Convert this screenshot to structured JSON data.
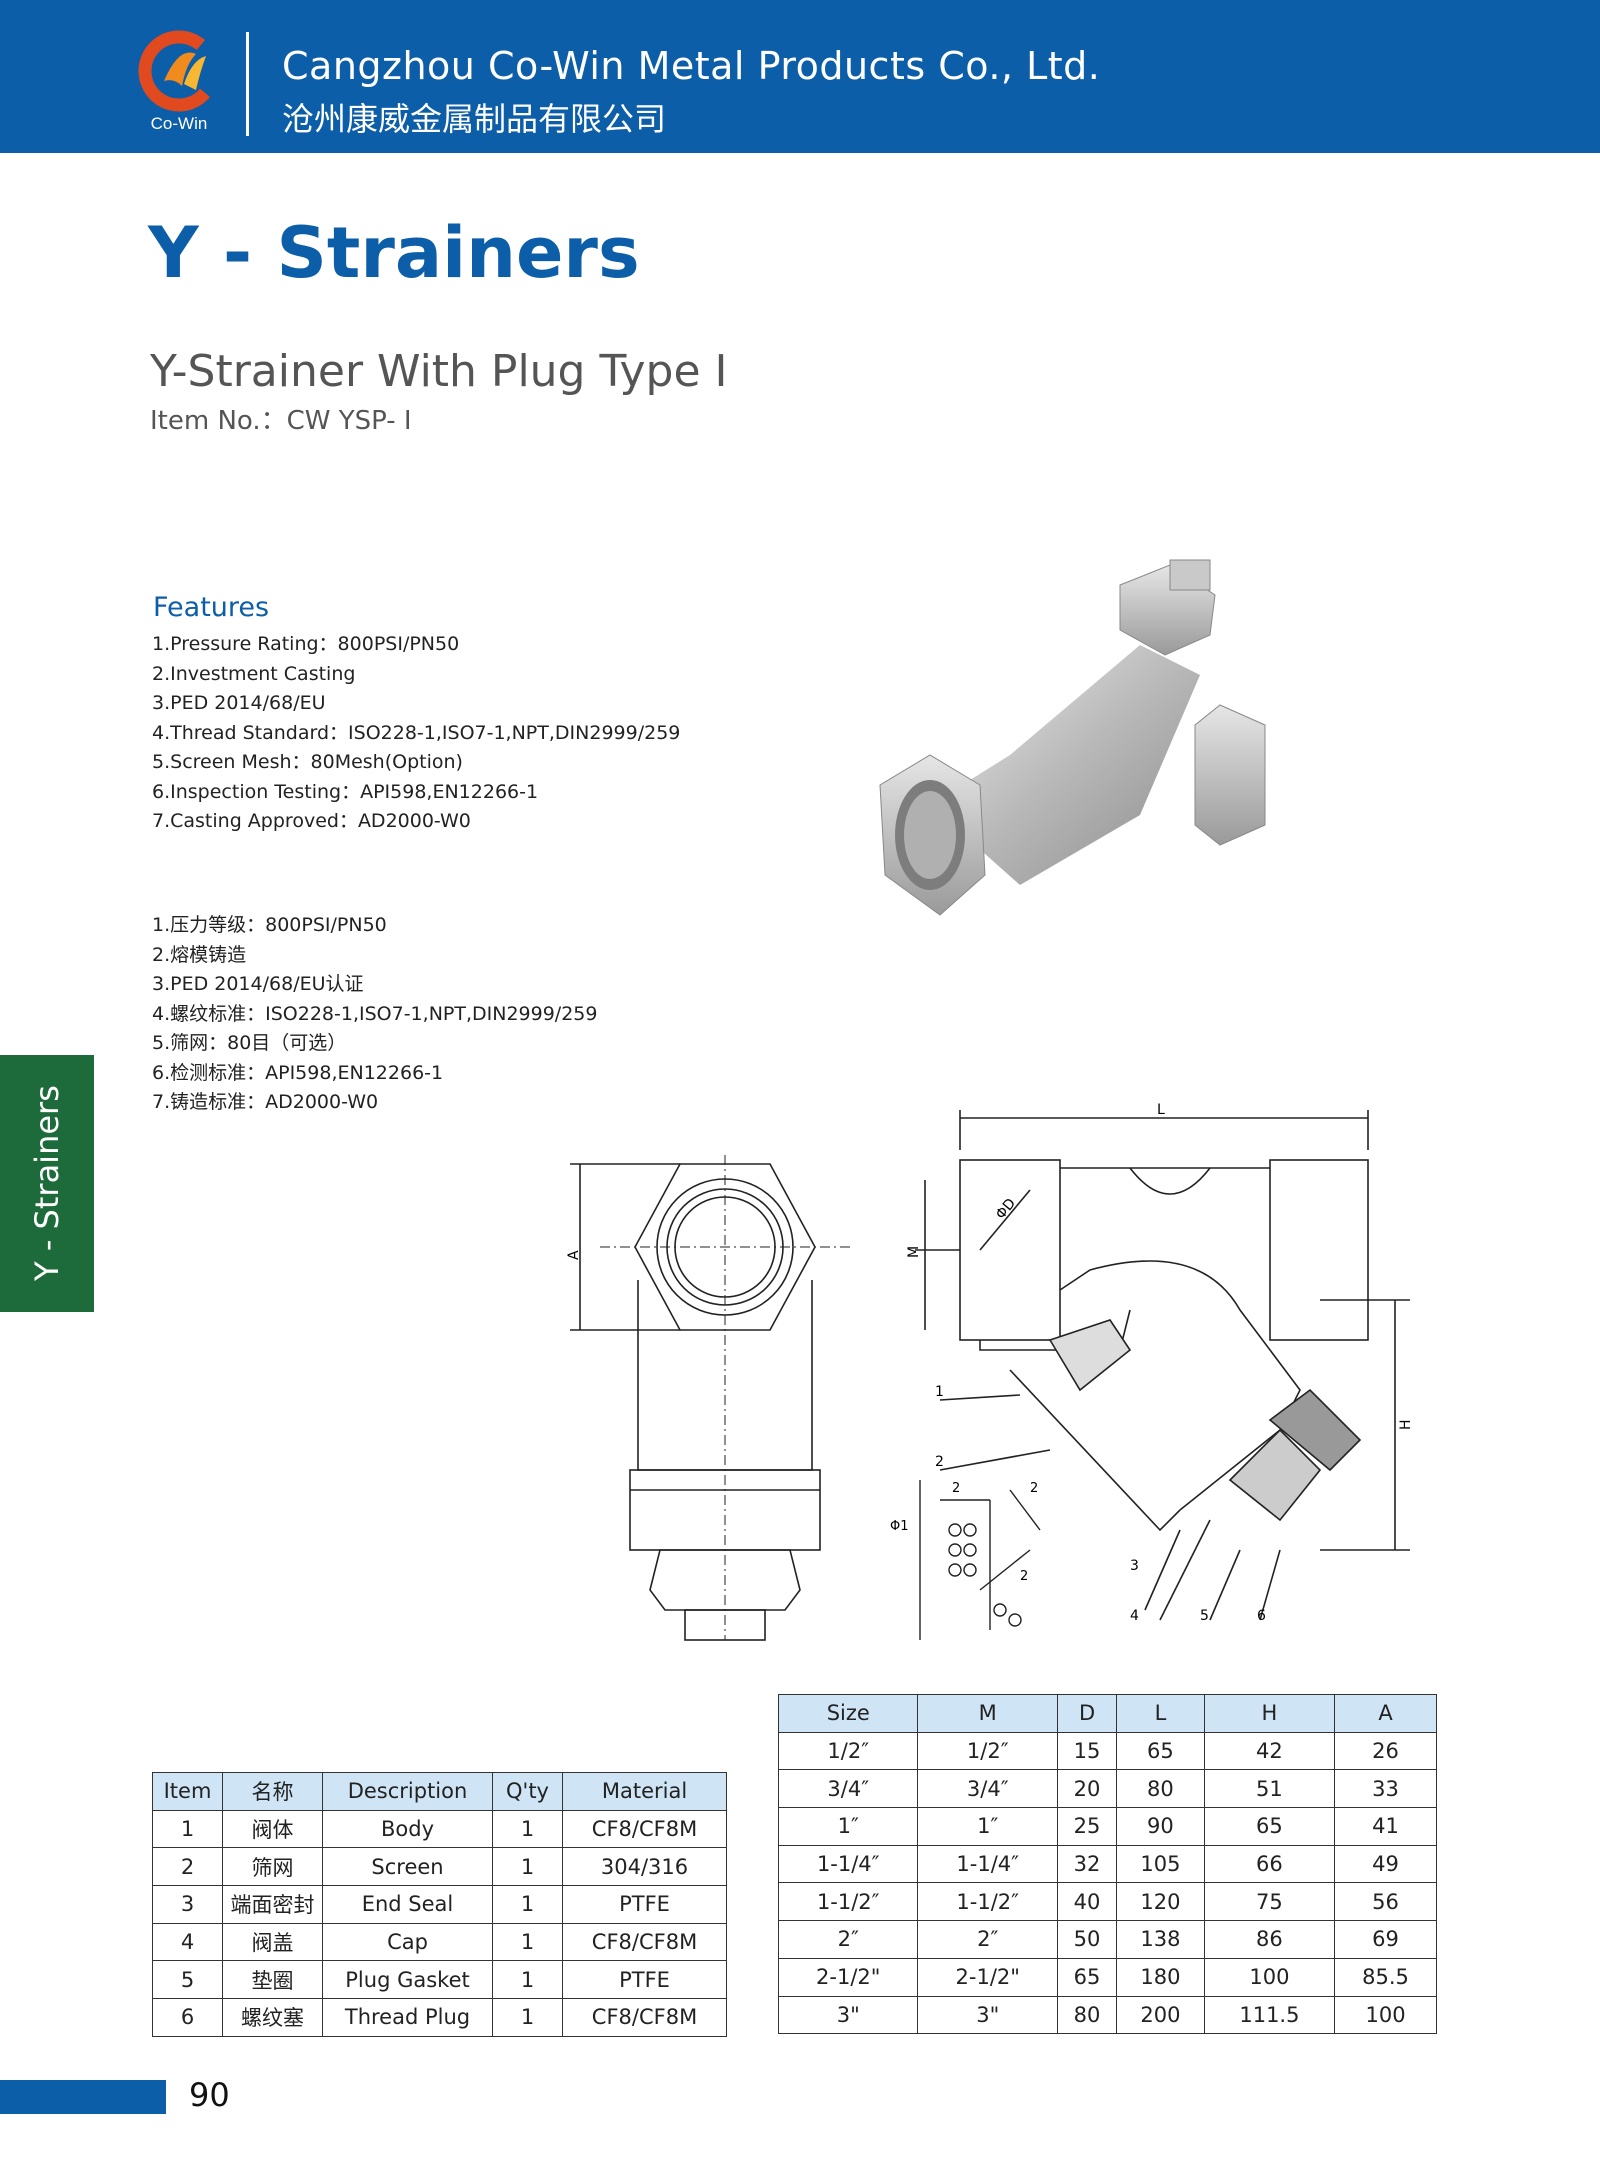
{
  "header": {
    "logo_text": "Co-Win",
    "company_en": "Cangzhou Co-Win Metal Products Co., Ltd.",
    "company_cn": "沧州康威金属制品有限公司",
    "colors": {
      "band": "#0d5ea8",
      "logo_red": "#e04a1e",
      "logo_orange": "#f28b1e"
    }
  },
  "page_title": "Y - Strainers",
  "product": {
    "title": "Y-Strainer With Plug Type Ⅰ",
    "item_no": "Item No.：CW YSP- Ⅰ"
  },
  "features": {
    "heading": "Features",
    "en": [
      "1.Pressure Rating：800PSI/PN50",
      "2.Investment Casting",
      "3.PED 2014/68/EU",
      "4.Thread Standard：ISO228-1,ISO7-1,NPT,DIN2999/259",
      "5.Screen Mesh：80Mesh(Option)",
      "6.Inspection Testing：API598,EN12266-1",
      "7.Casting Approved：AD2000-W0"
    ],
    "cn": [
      "1.压力等级：800PSI/PN50",
      "2.熔模铸造",
      "3.PED 2014/68/EU认证",
      "4.螺纹标准：ISO228-1,ISO7-1,NPT,DIN2999/259",
      "5.筛网：80目（可选）",
      "6.检测标准：API598,EN12266-1",
      "7.铸造标准：AD2000-W0"
    ]
  },
  "side_tab": {
    "label": "Y - Strainers",
    "color": "#1d6b3a"
  },
  "drawing_labels": {
    "front_A": "A",
    "side_L": "L",
    "side_M": "M",
    "side_D": "ΦD",
    "side_H": "H",
    "callouts": [
      "1",
      "2",
      "3",
      "4",
      "5",
      "6"
    ],
    "detail_2a": "2",
    "detail_2b": "2",
    "detail_2c": "2",
    "detail_phi": "Φ1"
  },
  "parts_table": {
    "headers": [
      "Item",
      "名称",
      "Description",
      "Q'ty",
      "Material"
    ],
    "rows": [
      [
        "1",
        "阀体",
        "Body",
        "1",
        "CF8/CF8M"
      ],
      [
        "2",
        "筛网",
        "Screen",
        "1",
        "304/316"
      ],
      [
        "3",
        "端面密封",
        "End Seal",
        "1",
        "PTFE"
      ],
      [
        "4",
        "阀盖",
        "Cap",
        "1",
        "CF8/CF8M"
      ],
      [
        "5",
        "垫圈",
        "Plug Gasket",
        "1",
        "PTFE"
      ],
      [
        "6",
        "螺纹塞",
        "Thread Plug",
        "1",
        "CF8/CF8M"
      ]
    ]
  },
  "size_table": {
    "headers": [
      "Size",
      "M",
      "D",
      "L",
      "H",
      "A"
    ],
    "rows": [
      [
        "1/2″",
        "1/2″",
        "15",
        "65",
        "42",
        "26"
      ],
      [
        "3/4″",
        "3/4″",
        "20",
        "80",
        "51",
        "33"
      ],
      [
        "1″",
        "1″",
        "25",
        "90",
        "65",
        "41"
      ],
      [
        "1-1/4″",
        "1-1/4″",
        "32",
        "105",
        "66",
        "49"
      ],
      [
        "1-1/2″",
        "1-1/2″",
        "40",
        "120",
        "75",
        "56"
      ],
      [
        "2″",
        "2″",
        "50",
        "138",
        "86",
        "69"
      ],
      [
        "2-1/2\"",
        "2-1/2\"",
        "65",
        "180",
        "100",
        "85.5"
      ],
      [
        "3\"",
        "3\"",
        "80",
        "200",
        "111.5",
        "100"
      ]
    ]
  },
  "footer": {
    "page_number": "90"
  }
}
